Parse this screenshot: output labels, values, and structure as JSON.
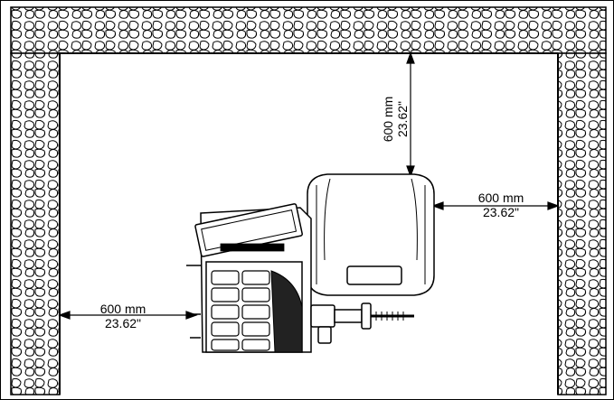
{
  "dimensions": {
    "top": {
      "metric": "600 mm",
      "imperial": "23.62\""
    },
    "right": {
      "metric": "600 mm",
      "imperial": "23.62\""
    },
    "left": {
      "metric": "600 mm",
      "imperial": "23.62\""
    }
  },
  "colors": {
    "stroke": "#000000",
    "background": "#ffffff",
    "machine_fill": "#ffffff"
  }
}
